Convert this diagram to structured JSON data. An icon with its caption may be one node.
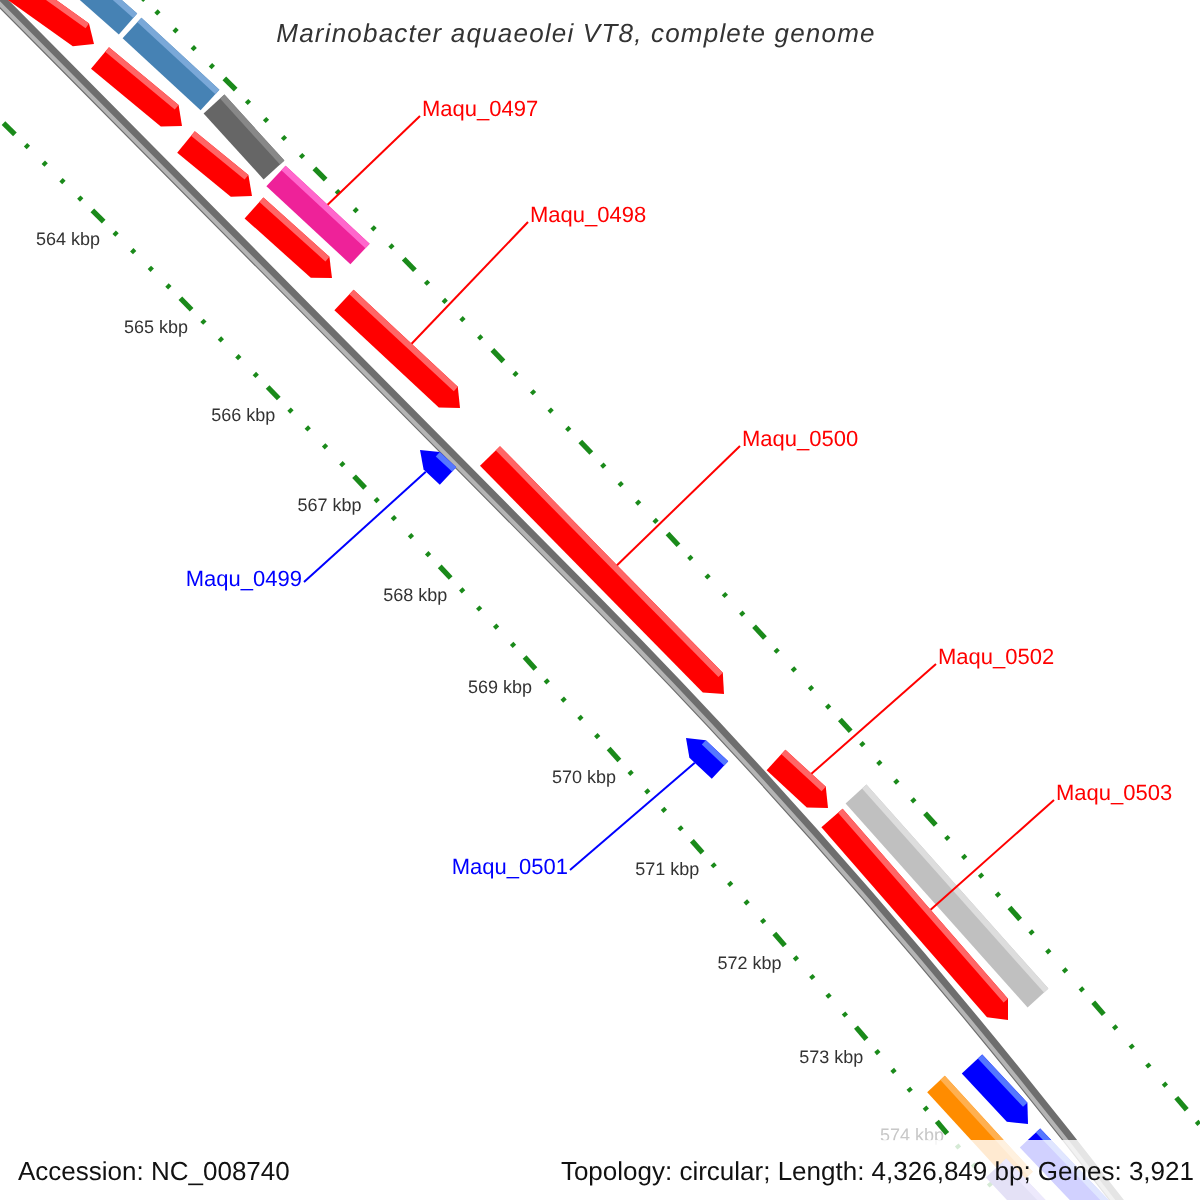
{
  "diagram": {
    "title": "Marinobacter aquaeolei VT8, complete genome",
    "nodes": [
      {
        "text": [
          "Maqu_0497"
        ]
      },
      {
        "text": [],
        "shape": "bar"
      },
      {
        "text": [
          "Maqu_0498"
        ]
      },
      {
        "text": [],
        "shape": "bar"
      },
      {
        "text": [
          "Maqu_0499"
        ]
      },
      {
        "text": [],
        "shape": "bar"
      },
      {
        "text": [
          "Maqu_0500"
        ]
      },
      {
        "text": [],
        "shape": "bar"
      },
      {
        "text": [
          "Maqu_0501"
        ]
      },
      {
        "text": [],
        "shape": "bar"
      },
      {
        "text": [
          "Maqu_0502"
        ]
      },
      {
        "text": [],
        "shape": "bar"
      },
      {
        "text": [
          "Maqu_0503"
        ]
      },
      {
        "text": [],
        "shape": "bar"
      }
    ],
    "edges": [
      {
        "from": 0,
        "to": 1,
        "arrow": "none"
      },
      {
        "from": 2,
        "to": 3,
        "arrow": "none"
      },
      {
        "from": 4,
        "to": 5,
        "arrow": "none",
        "color": "#0000ff"
      },
      {
        "from": 6,
        "to": 7,
        "arrow": "none"
      },
      {
        "from": 8,
        "to": 9,
        "arrow": "none",
        "color": "#0000ff"
      },
      {
        "from": 10,
        "to": 11,
        "arrow": "none"
      },
      {
        "from": 12,
        "to": 13,
        "arrow": "none"
      }
    ],
    "labels": [
      "564 kbp",
      "565 kbp",
      "566 kbp",
      "567 kbp",
      "568 kbp",
      "569 kbp",
      "570 kbp",
      "571 kbp",
      "572 kbp",
      "573 kbp",
      "574 kbp",
      "Accession: NC_008740",
      "Topology: circular; Length: 4,326,849 bp; Genes: 3,921"
    ]
  }
}
